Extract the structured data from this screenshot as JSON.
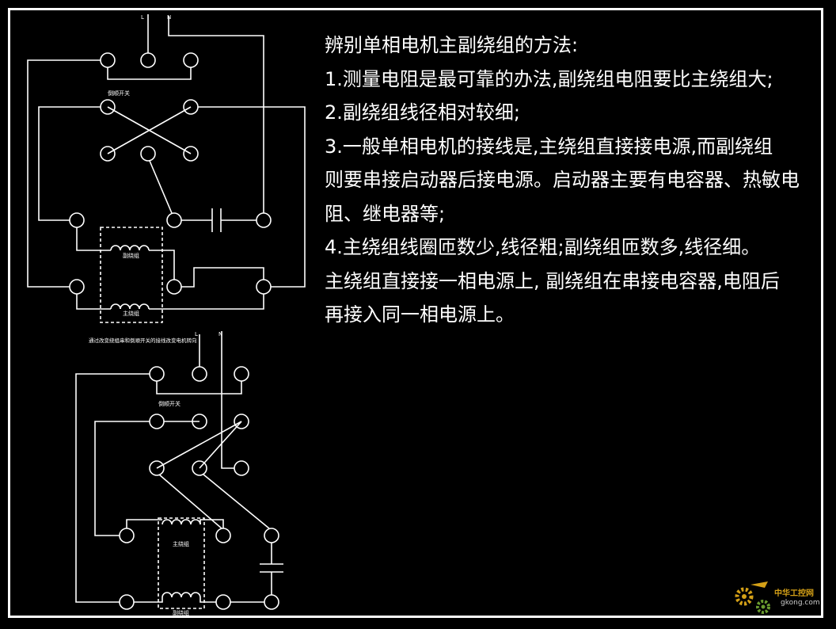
{
  "colors": {
    "background": "#000000",
    "line": "#ffffff",
    "watermark": "#d4a017"
  },
  "description_title": "辨别单相电机主副绕组的方法:",
  "description_lines": [
    "1.测量电阻是最可靠的办法,副绕组电阻要比主绕组大;",
    "2.副绕组线径相对较细;",
    "3.一般单相电机的接线是,主绕组直接接电源,而副绕组",
    "则要串接启动器后接电源。启动器主要有电容器、热敏电",
    "阻、继电器等;",
    "4.主绕组线圈匝数少,线径粗;副绕组匝数多,线径细。",
    "主绕组直接接一相电源上, 副绕组在串接电容器,电阻后",
    "再接入同一相电源上。"
  ],
  "diagram_top": {
    "terminal_L": "L",
    "terminal_N": "N",
    "switch_label": "倒顺开关",
    "aux_winding_label": "副绕组",
    "main_winding_label": "主绕组",
    "caption": "通过改变绕组串和倒顺开关的接线改变电机转向"
  },
  "diagram_bottom": {
    "terminal_L": "L",
    "terminal_N": "N",
    "switch_label": "倒顺开关",
    "main_winding_label": "主绕组",
    "aux_winding_label": "副绕组"
  },
  "watermark": {
    "brand": "中华工控网",
    "url": "gkong.com"
  }
}
